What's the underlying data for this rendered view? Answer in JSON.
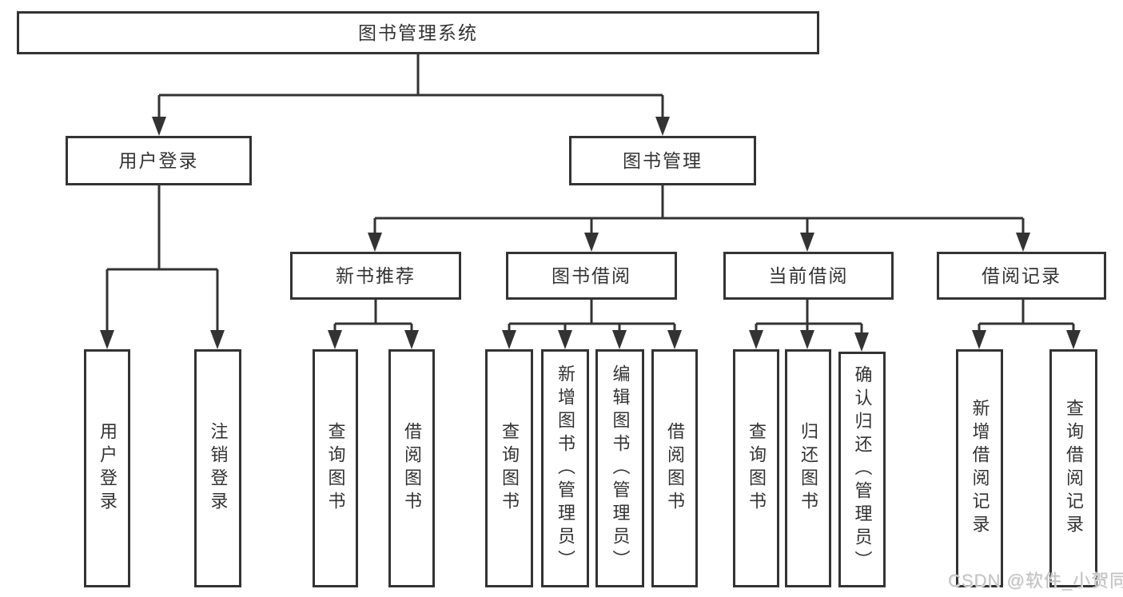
{
  "colors": {
    "line": "#333333",
    "box_border": "#333333",
    "text": "#333333",
    "watermark": "#c3c3c3",
    "background": "#ffffff"
  },
  "watermark": "CSDN @软件_小贺同学",
  "tree": {
    "root": {
      "label": "图书管理系统",
      "children": [
        {
          "label": "用户登录",
          "children": [
            {
              "label": "用户登录"
            },
            {
              "label": "注销登录"
            }
          ]
        },
        {
          "label": "图书管理",
          "children": [
            {
              "label": "新书推荐",
              "children": [
                {
                  "label": "查询图书"
                },
                {
                  "label": "借阅图书"
                }
              ]
            },
            {
              "label": "图书借阅",
              "children": [
                {
                  "label": "查询图书"
                },
                {
                  "label": "新增图书（管理员）"
                },
                {
                  "label": "编辑图书（管理员）"
                },
                {
                  "label": "借阅图书"
                }
              ]
            },
            {
              "label": "当前借阅",
              "children": [
                {
                  "label": "查询图书"
                },
                {
                  "label": "归还图书"
                },
                {
                  "label": "确认归还（管理员）"
                }
              ]
            },
            {
              "label": "借阅记录",
              "children": [
                {
                  "label": "新增借阅记录"
                },
                {
                  "label": "查询借阅记录"
                }
              ]
            }
          ]
        }
      ]
    }
  }
}
